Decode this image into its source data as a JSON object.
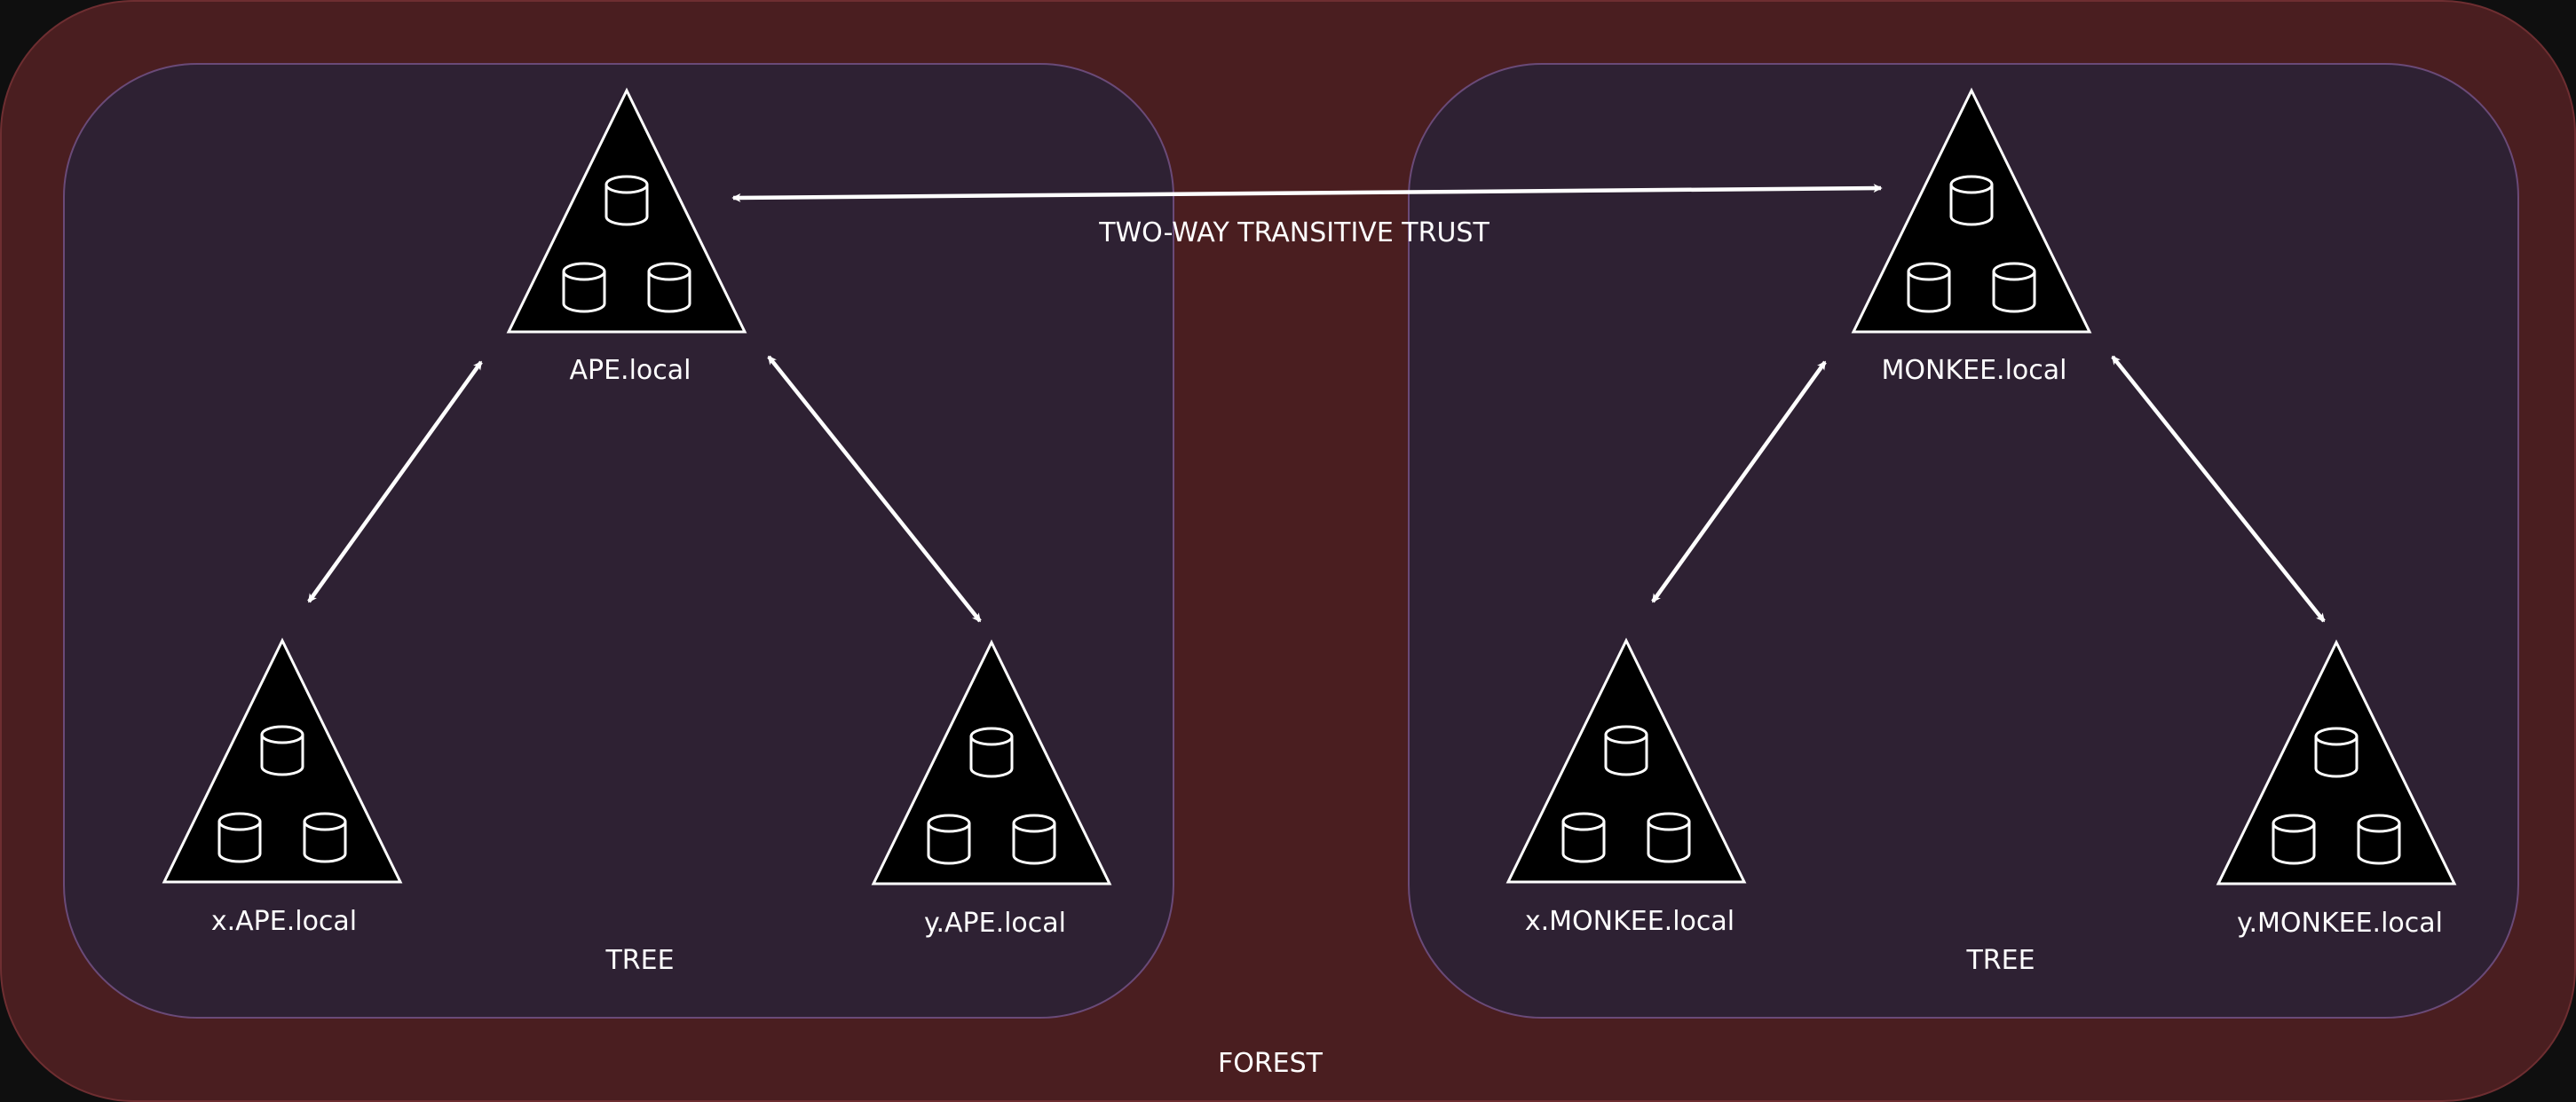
{
  "forest": {
    "label": "FOREST"
  },
  "trust": {
    "label": "TWO-WAY TRANSITIVE TRUST"
  },
  "trees": [
    {
      "label": "TREE",
      "root": {
        "label": "APE.local"
      },
      "children": [
        {
          "label": "x.APE.local"
        },
        {
          "label": "y.APE.local"
        }
      ]
    },
    {
      "label": "TREE",
      "root": {
        "label": "MONKEE.local"
      },
      "children": [
        {
          "label": "x.MONKEE.local"
        },
        {
          "label": "y.MONKEE.local"
        }
      ]
    }
  ],
  "colors": {
    "background": "#0f0f0f",
    "forest_fill": "#4a1e20",
    "tree_fill": "#2e2133",
    "domain_fill": "#000000",
    "stroke": "#ffffff"
  },
  "icons": {
    "domain": "domain-triangle-icon",
    "database": "database-cylinder-icon"
  }
}
